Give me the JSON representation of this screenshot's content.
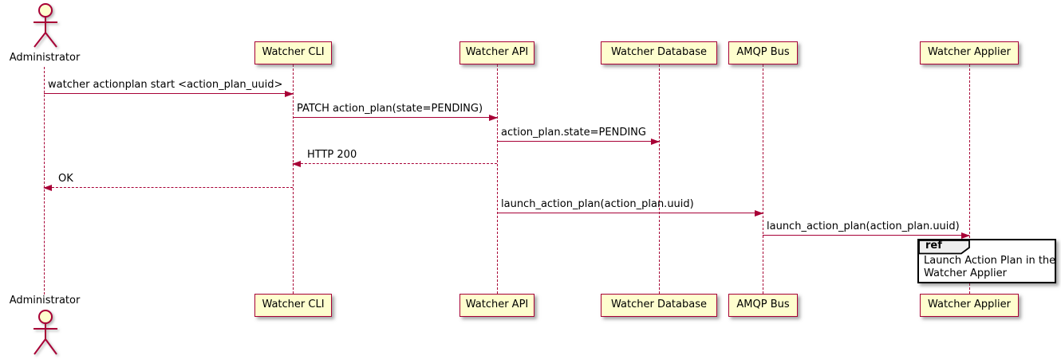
{
  "diagram": {
    "type": "sequence-diagram",
    "actor": {
      "name": "Administrator"
    },
    "participants": [
      {
        "label": "Watcher CLI"
      },
      {
        "label": "Watcher API"
      },
      {
        "label": "Watcher Database"
      },
      {
        "label": "AMQP Bus"
      },
      {
        "label": "Watcher Applier"
      }
    ],
    "messages": [
      {
        "from": "Administrator",
        "to": "Watcher CLI",
        "text": "watcher actionplan start <action_plan_uuid>",
        "style": "solid",
        "direction": "right"
      },
      {
        "from": "Watcher CLI",
        "to": "Watcher API",
        "text": "PATCH action_plan(state=PENDING)",
        "style": "solid",
        "direction": "right"
      },
      {
        "from": "Watcher API",
        "to": "Watcher Database",
        "text": "action_plan.state=PENDING",
        "style": "solid",
        "direction": "right"
      },
      {
        "from": "Watcher API",
        "to": "Watcher CLI",
        "text": "HTTP 200",
        "style": "dashed",
        "direction": "left"
      },
      {
        "from": "Watcher CLI",
        "to": "Administrator",
        "text": "OK",
        "style": "dashed",
        "direction": "left"
      },
      {
        "from": "Watcher API",
        "to": "AMQP Bus",
        "text": "launch_action_plan(action_plan.uuid)",
        "style": "solid",
        "direction": "right"
      },
      {
        "from": "AMQP Bus",
        "to": "Watcher Applier",
        "text": "launch_action_plan(action_plan.uuid)",
        "style": "solid",
        "direction": "right"
      }
    ],
    "ref": {
      "keyword": "ref",
      "over": "Watcher Applier",
      "lines": [
        "Launch Action Plan in the",
        "Watcher Applier"
      ]
    },
    "colors": {
      "line": "#A80036",
      "participant_fill": "#FEFECE",
      "ref_header_fill": "#EEEEEE",
      "text": "#000000"
    }
  }
}
